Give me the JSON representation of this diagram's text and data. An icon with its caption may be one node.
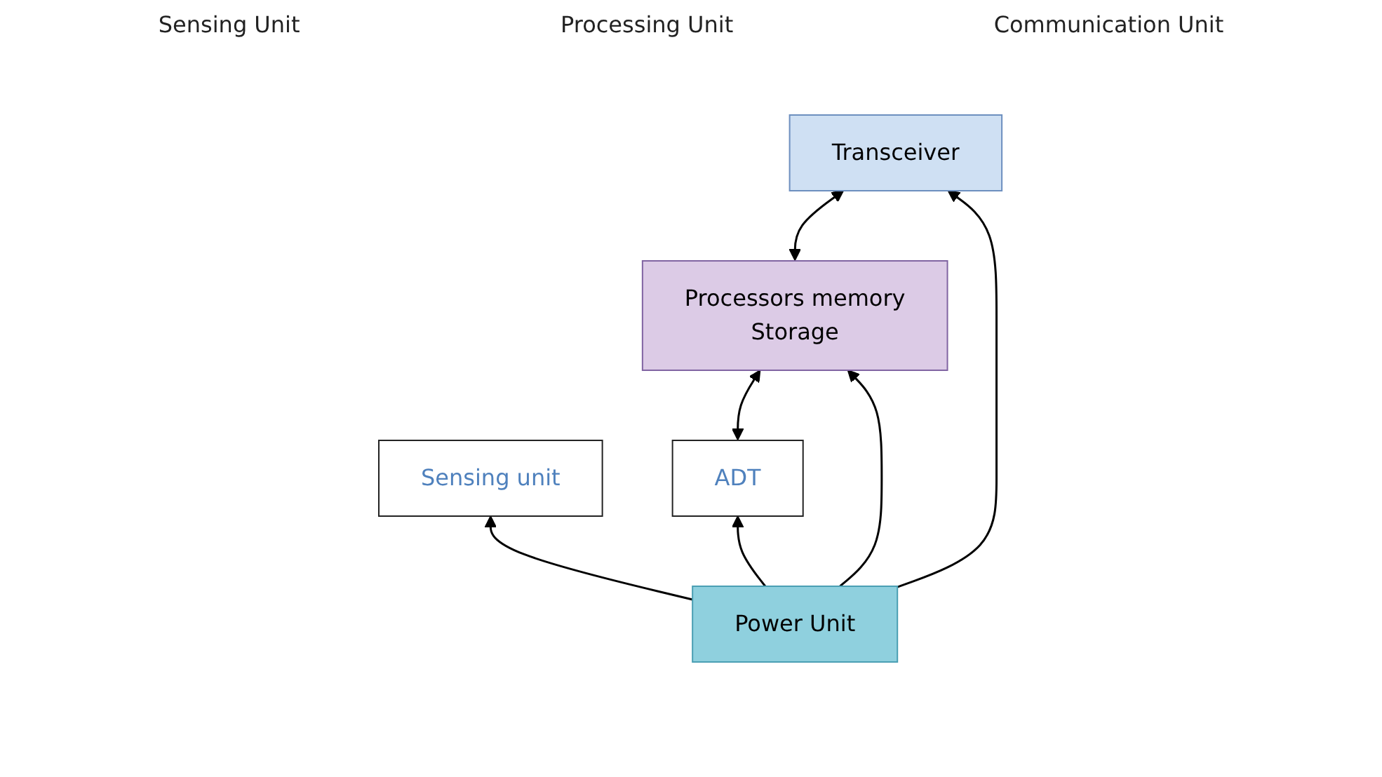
{
  "diagram": {
    "nodes": [
      {
        "text": [
          "Sensing unit"
        ]
      },
      {
        "text": [
          "ADT"
        ]
      },
      {
        "text": [
          "Processors memory",
          "Storage"
        ]
      },
      {
        "text": [
          "Transceiver"
        ]
      },
      {
        "text": [
          "Power Unit"
        ]
      }
    ],
    "edges": [
      {
        "from": 1,
        "to": 2,
        "arrow": "both"
      },
      {
        "from": 2,
        "to": 3,
        "arrow": "both"
      },
      {
        "from": 4,
        "to": 0,
        "arrow": "to"
      },
      {
        "from": 4,
        "to": 1,
        "arrow": "to"
      },
      {
        "from": 4,
        "to": 2,
        "arrow": "to"
      },
      {
        "from": 4,
        "to": 3,
        "arrow": "to"
      }
    ],
    "labels": [
      "Sensing Unit",
      "Processing Unit",
      "Communication Unit"
    ]
  }
}
